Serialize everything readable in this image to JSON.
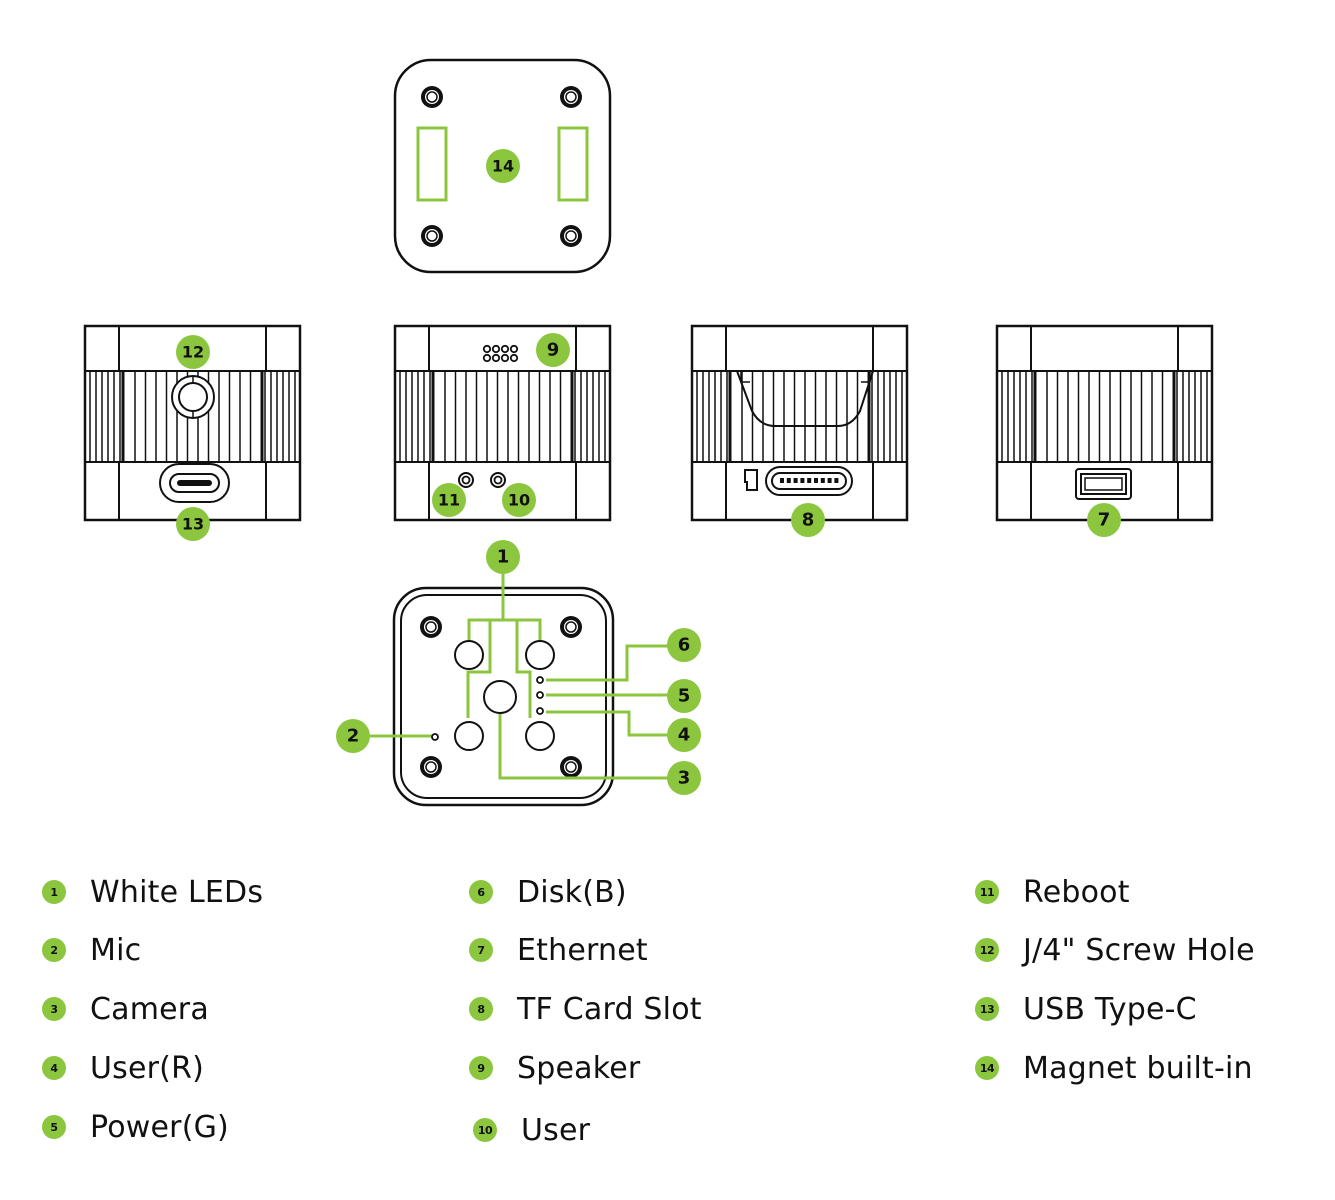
{
  "theme": {
    "accent": "#8cc63f",
    "stroke": "#111111",
    "background": "#ffffff"
  },
  "views": {
    "top": {
      "name": "top-view",
      "callouts": [
        "14"
      ]
    },
    "left": {
      "name": "side-view-screw-usb",
      "callouts": [
        "12",
        "13"
      ]
    },
    "back": {
      "name": "side-view-speaker-buttons",
      "callouts": [
        "9",
        "11",
        "10"
      ]
    },
    "right": {
      "name": "side-view-tf-card",
      "callouts": [
        "8"
      ]
    },
    "front": {
      "name": "side-view-ethernet",
      "callouts": [
        "7"
      ]
    },
    "bottom": {
      "name": "bottom-view",
      "callouts": [
        "1",
        "2",
        "3",
        "4",
        "5",
        "6"
      ]
    }
  },
  "callouts": {
    "c1": "1",
    "c2": "2",
    "c3": "3",
    "c4": "4",
    "c5": "5",
    "c6": "6",
    "c7": "7",
    "c8": "8",
    "c9": "9",
    "c10": "10",
    "c11": "11",
    "c12": "12",
    "c13": "13",
    "c14": "14"
  },
  "legend": {
    "columns": [
      [
        {
          "number": "1",
          "label": "White LEDs"
        },
        {
          "number": "2",
          "label": "Mic"
        },
        {
          "number": "3",
          "label": "Camera"
        },
        {
          "number": "4",
          "label": "User(R)"
        },
        {
          "number": "5",
          "label": "Power(G)"
        }
      ],
      [
        {
          "number": "6",
          "label": "Disk(B)"
        },
        {
          "number": "7",
          "label": "Ethernet"
        },
        {
          "number": "8",
          "label": "TF Card Slot"
        },
        {
          "number": "9",
          "label": "Speaker"
        },
        {
          "number": "10",
          "label": "User"
        }
      ],
      [
        {
          "number": "11",
          "label": "Reboot"
        },
        {
          "number": "12",
          "label": "J/4\" Screw Hole"
        },
        {
          "number": "13",
          "label": "USB Type-C"
        },
        {
          "number": "14",
          "label": "Magnet built-in"
        }
      ]
    ]
  }
}
